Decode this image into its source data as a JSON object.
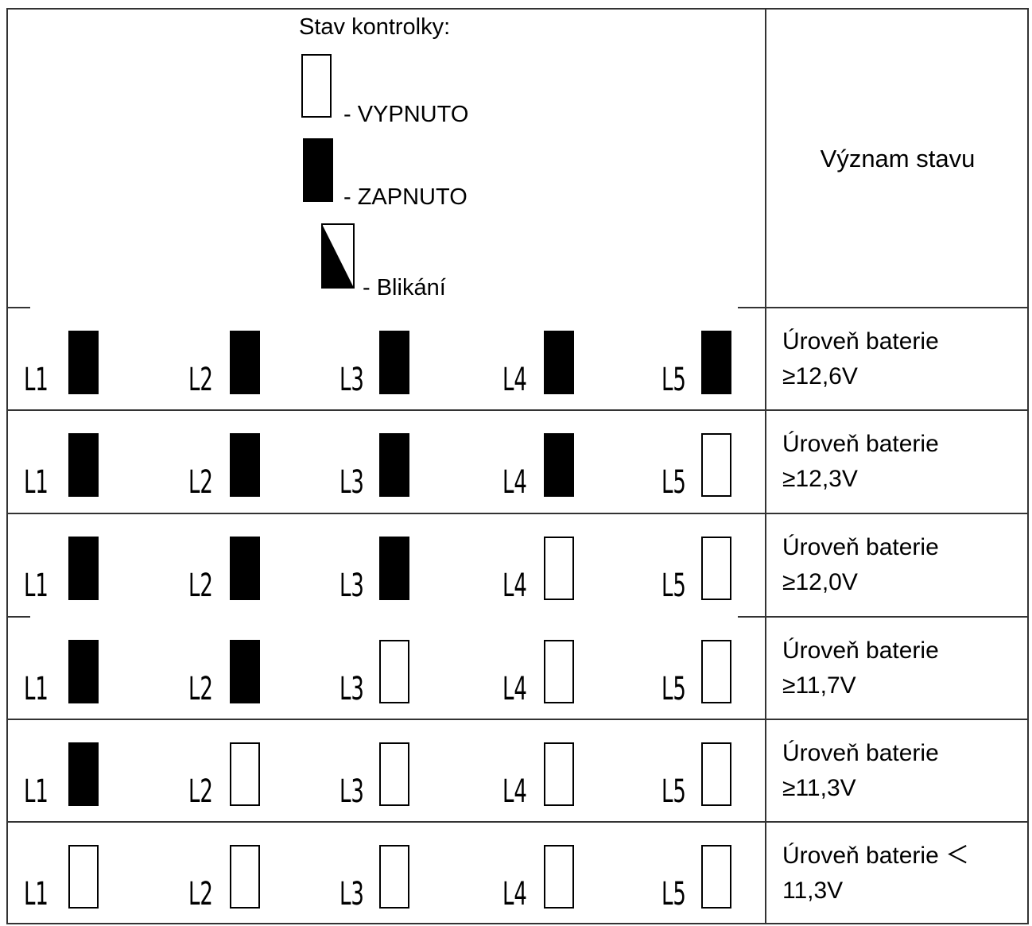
{
  "legend": {
    "title": "Stav kontrolky:",
    "items": [
      {
        "state": "off",
        "label": "- VYPNUTO"
      },
      {
        "state": "on",
        "label": "- ZAPNUTO"
      },
      {
        "state": "blink",
        "label": "- Blikání"
      }
    ]
  },
  "header_meaning": "Význam stavu",
  "rows": [
    {
      "leds": [
        {
          "label": "L1",
          "on": true
        },
        {
          "label": "L2",
          "on": true
        },
        {
          "label": "L3",
          "on": true
        },
        {
          "label": "L4",
          "on": true
        },
        {
          "label": "L5",
          "on": true
        }
      ],
      "meaning_line1": "Úroveň  baterie",
      "meaning_line2": "≥12,6V"
    },
    {
      "leds": [
        {
          "label": "L1",
          "on": true
        },
        {
          "label": "L2",
          "on": true
        },
        {
          "label": "L3",
          "on": true
        },
        {
          "label": "L4",
          "on": true
        },
        {
          "label": "L5",
          "on": false
        }
      ],
      "meaning_line1": "Úroveň  baterie",
      "meaning_line2": "≥12,3V"
    },
    {
      "leds": [
        {
          "label": "L1",
          "on": true
        },
        {
          "label": "L2",
          "on": true
        },
        {
          "label": "L3",
          "on": true
        },
        {
          "label": "L4",
          "on": false
        },
        {
          "label": "L5",
          "on": false
        }
      ],
      "meaning_line1": "Úroveň  baterie",
      "meaning_line2": "≥12,0V"
    },
    {
      "leds": [
        {
          "label": "L1",
          "on": true
        },
        {
          "label": "L2",
          "on": true
        },
        {
          "label": "L3",
          "on": false
        },
        {
          "label": "L4",
          "on": false
        },
        {
          "label": "L5",
          "on": false
        }
      ],
      "meaning_line1": "Úroveň  baterie",
      "meaning_line2": "≥11,7V"
    },
    {
      "leds": [
        {
          "label": "L1",
          "on": true
        },
        {
          "label": "L2",
          "on": false
        },
        {
          "label": "L3",
          "on": false
        },
        {
          "label": "L4",
          "on": false
        },
        {
          "label": "L5",
          "on": false
        }
      ],
      "meaning_line1": "Úroveň  baterie",
      "meaning_line2": "≥11,3V"
    },
    {
      "leds": [
        {
          "label": "L1",
          "on": false
        },
        {
          "label": "L2",
          "on": false
        },
        {
          "label": "L3",
          "on": false
        },
        {
          "label": "L4",
          "on": false
        },
        {
          "label": "L5",
          "on": false
        }
      ],
      "meaning_line1": "Úroveň  baterie ＜",
      "meaning_line2": "11,3V"
    }
  ]
}
